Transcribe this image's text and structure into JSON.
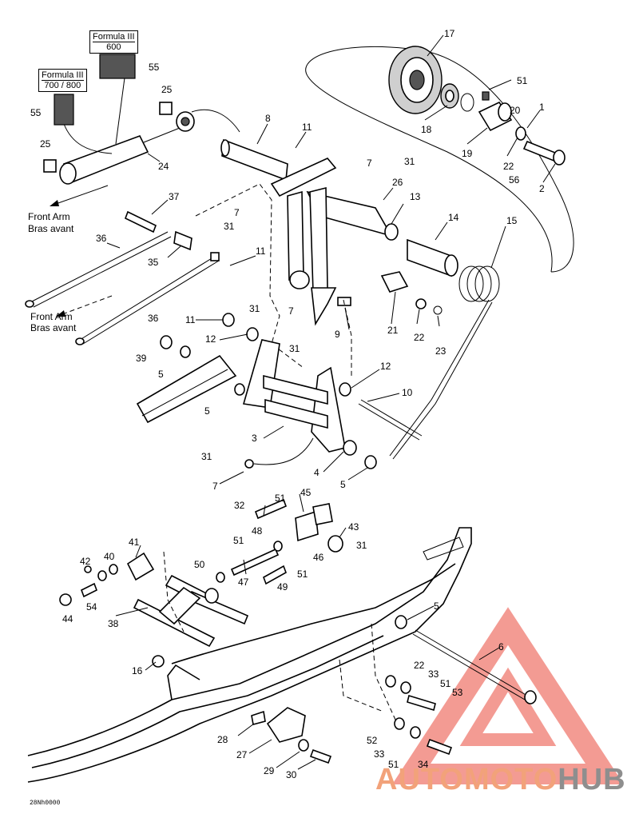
{
  "labels": {
    "formula_600": {
      "model": "Formula III",
      "variant": "600"
    },
    "formula_700": {
      "model": "Formula III",
      "variant": "700 / 800"
    }
  },
  "arrows": {
    "front_arm_top": {
      "en": "Front Arm",
      "fr": "Bras avant"
    },
    "front_arm_mid": {
      "en": "Front Arm",
      "fr": "Bras avant"
    }
  },
  "callouts": {
    "c17": "17",
    "c51a": "51",
    "c55a": "55",
    "c25a": "25",
    "c55b": "55",
    "c25b": "25",
    "c20": "20",
    "c1": "1",
    "c8": "8",
    "c11a": "11",
    "c18": "18",
    "c19": "19",
    "c22a": "22",
    "c24": "24",
    "c7a": "7",
    "c31a": "31",
    "c26": "26",
    "c56": "56",
    "c2": "2",
    "c37": "37",
    "c13": "13",
    "c14": "14",
    "c15": "15",
    "c7b": "7",
    "c31b": "31",
    "c36a": "36",
    "c11b": "11",
    "c35": "35",
    "c21": "21",
    "c22b": "22",
    "c23": "23",
    "c31c": "31",
    "c7c": "7",
    "c9": "9",
    "c36b": "36",
    "c11c": "11",
    "c12a": "12",
    "c31d": "31",
    "c39": "39",
    "c5a": "5",
    "c12b": "12",
    "c10": "10",
    "c5b": "5",
    "c3": "3",
    "c4": "4",
    "c5c": "5",
    "c31e": "31",
    "c7d": "7",
    "c45": "45",
    "c32": "32",
    "c51b": "51",
    "c48": "48",
    "c43": "43",
    "c51c": "51",
    "c31f": "31",
    "c46": "46",
    "c41": "41",
    "c40": "40",
    "c42": "42",
    "c50": "50",
    "c47": "47",
    "c49": "49",
    "c51d": "51",
    "c54": "54",
    "c44": "44",
    "c38": "38",
    "c5d": "5",
    "c6": "6",
    "c16": "16",
    "c22c": "22",
    "c33a": "33",
    "c51e": "51",
    "c53": "53",
    "c28": "28",
    "c52": "52",
    "c27": "27",
    "c33b": "33",
    "c29": "29",
    "c51f": "51",
    "c34": "34",
    "c30": "30"
  },
  "figure_code": "28Nh0000",
  "watermark": {
    "part1": "AUTOMOTO",
    "part2": "HUB",
    "accent": "#e8473c",
    "accent_light": "#f2a27a",
    "gray": "#8e8e8e"
  }
}
